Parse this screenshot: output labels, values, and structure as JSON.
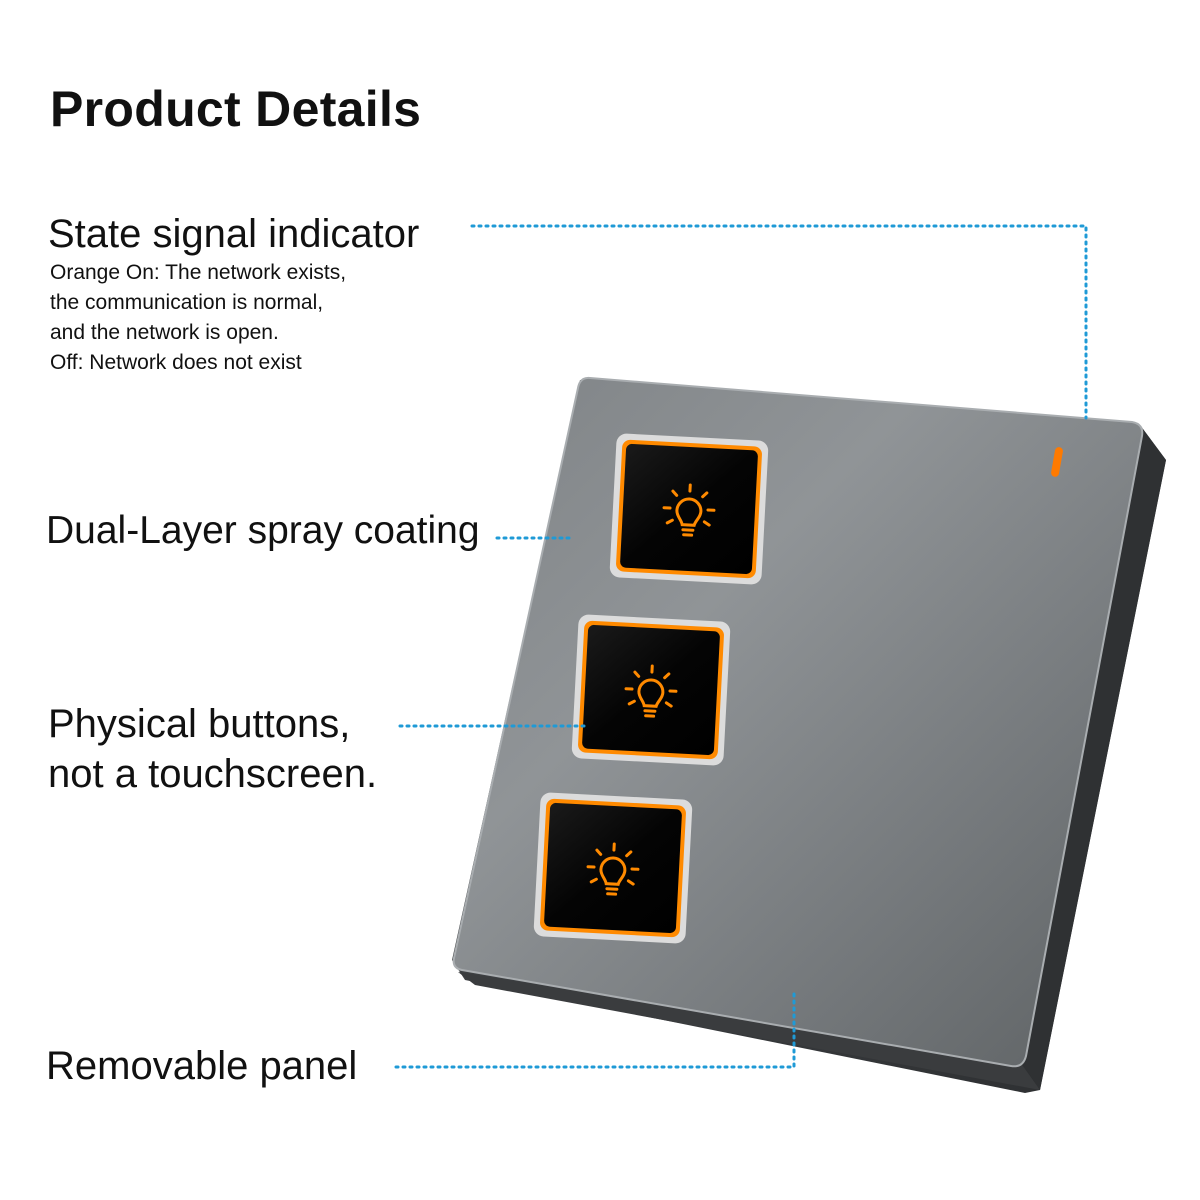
{
  "title": "Product Details",
  "callouts": {
    "indicator": {
      "label": "State signal indicator",
      "lines": [
        "Orange On: The network exists,",
        "the communication is normal,",
        "and the network is open.",
        "Off: Network does not exist"
      ]
    },
    "coating": {
      "label": "Dual-Layer spray coating"
    },
    "buttons": {
      "label_line1": "Physical buttons,",
      "label_line2": "not a touchscreen."
    },
    "panel": {
      "label": "Removable panel"
    }
  },
  "product": {
    "button_count": 3,
    "button_icon": "lightbulb-icon",
    "indicator_color": "#ff7a00"
  },
  "colors": {
    "leader_line": "#1f9ad6",
    "panel_face": "#6f7376",
    "panel_edge": "#3b3d3f",
    "button_glow": "#ff8a00",
    "button_face": "#050505"
  }
}
